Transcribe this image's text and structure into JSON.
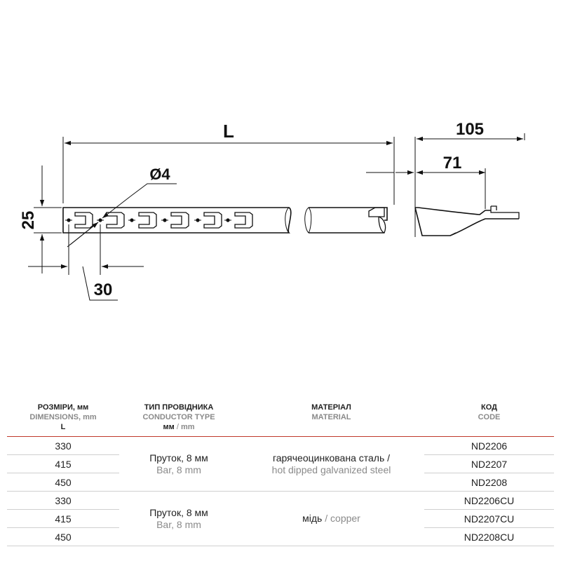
{
  "drawing": {
    "dim_length": "L",
    "dim_total": "105",
    "dim_tip": "71",
    "dim_hole": "Ø4",
    "dim_width": "25",
    "dim_pitch": "30"
  },
  "table": {
    "headers": {
      "dimensions": {
        "ua": "РОЗМІРИ, мм",
        "en": "DIMENSIONS, mm",
        "sub": "L"
      },
      "conductor": {
        "ua": "ТИП ПРОВІДНИКА",
        "en": "CONDUCTOR TYPE",
        "sub_ua": "мм",
        "sep": "/",
        "sub_en": "mm"
      },
      "material": {
        "ua": "МАТЕРІАЛ",
        "en": "MATERIAL"
      },
      "code": {
        "ua": "КОД",
        "en": "CODE"
      }
    },
    "groups": [
      {
        "conductor_ua": "Пруток, 8 мм",
        "conductor_en": "Bar, 8 mm",
        "material_ua": "гарячеоцинкована сталь /",
        "material_en": "hot dipped galvanized steel",
        "rows": [
          {
            "length": "330",
            "code": "ND2206"
          },
          {
            "length": "415",
            "code": "ND2207"
          },
          {
            "length": "450",
            "code": "ND2208"
          }
        ]
      },
      {
        "conductor_ua": "Пруток, 8 мм",
        "conductor_en": "Bar, 8 mm",
        "material_ua": "мідь",
        "material_sep": "/",
        "material_en": "copper",
        "rows": [
          {
            "length": "330",
            "code": "ND2206CU"
          },
          {
            "length": "415",
            "code": "ND2207CU"
          },
          {
            "length": "450",
            "code": "ND2208CU"
          }
        ]
      }
    ]
  }
}
